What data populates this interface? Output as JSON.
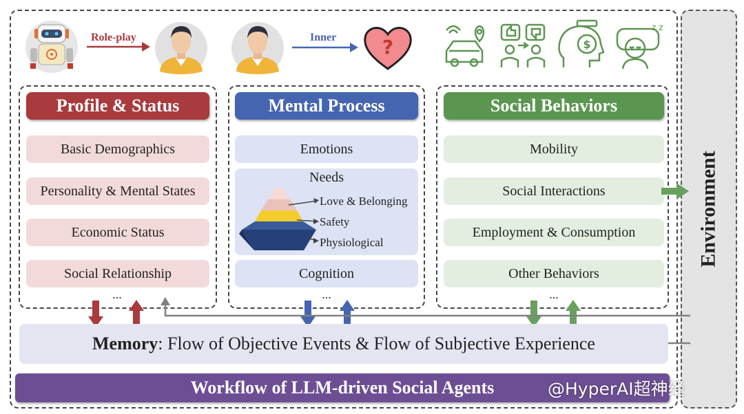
{
  "top_row": {
    "roleplay_label": "Role-play",
    "inner_label": "Inner"
  },
  "columns": {
    "profile": {
      "header": "Profile & Status",
      "items": [
        "Basic Demographics",
        "Personality & Mental States",
        "Economic Status",
        "Social Relationship"
      ],
      "more": "..."
    },
    "mental": {
      "header": "Mental Process",
      "emotions": "Emotions",
      "needs": {
        "title": "Needs",
        "levels": [
          "Love & Belonging",
          "Safety",
          "Physiological"
        ]
      },
      "cognition": "Cognition",
      "more": "..."
    },
    "social": {
      "header": "Social Behaviors",
      "items": [
        "Mobility",
        "Social Interactions",
        "Employment & Consumption",
        "Other Behaviors"
      ],
      "more": "..."
    }
  },
  "environment": "Environment",
  "memory": {
    "bold": "Memory",
    "rest": ": Flow of Objective Events & Flow of Subjective Experience"
  },
  "workflow": "Workflow of LLM-driven Social Agents",
  "watermark": "@HyperAI超神经",
  "colors": {
    "profile": "#a93a3d",
    "mental": "#4665b0",
    "social": "#5b9650",
    "workflow": "#6d4e94",
    "gray_arrow": "#808080"
  },
  "icons": [
    "robot-icon",
    "person-icon",
    "heart-question-icon",
    "car-location-icon",
    "thumbs-chat-icon",
    "head-money-icon",
    "sleeping-person-icon"
  ]
}
